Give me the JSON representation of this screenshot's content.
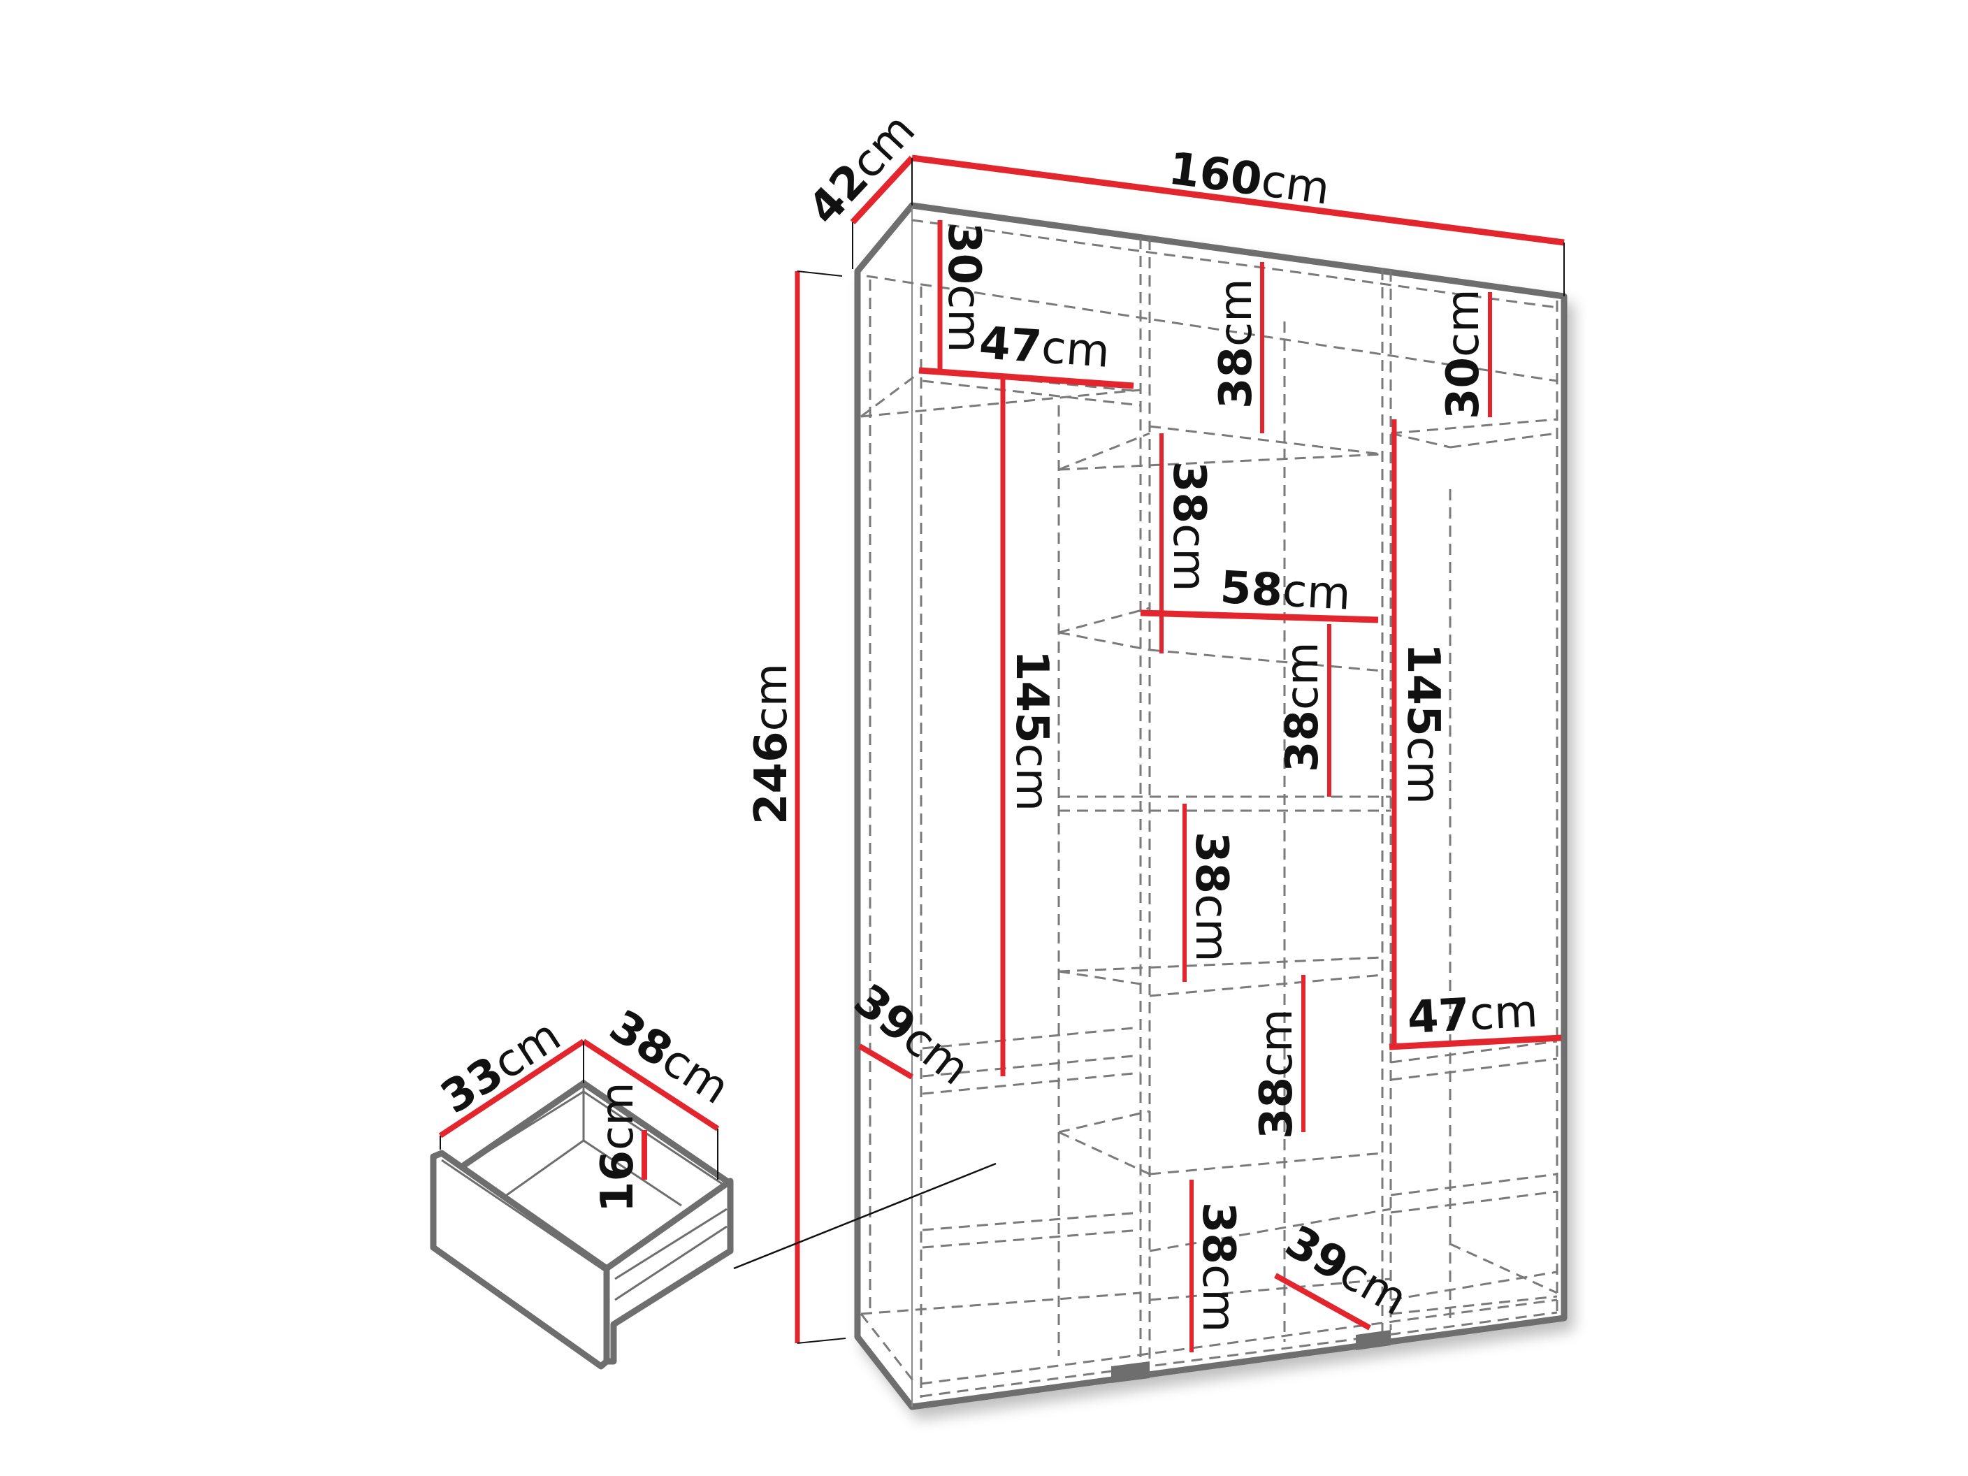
{
  "title": "Bookcase dimensions diagram",
  "colors": {
    "dimension_line": "#e3262d",
    "outline": "#6e6e6e",
    "dashed": "#7a7a7a",
    "text": "#111111",
    "background": "#ffffff"
  },
  "unit": "cm",
  "cabinet": {
    "width": {
      "value": "160",
      "unit": "cm"
    },
    "depth": {
      "value": "42",
      "unit": "cm"
    },
    "height": {
      "value": "246",
      "unit": "cm"
    },
    "left_top_compartment_height": {
      "value": "30",
      "unit": "cm"
    },
    "left_top_shelf_width": {
      "value": "47",
      "unit": "cm"
    },
    "middle_top_compartment_height": {
      "value": "38",
      "unit": "cm"
    },
    "right_top_compartment_height": {
      "value": "30",
      "unit": "cm"
    },
    "middle_second_compartment_height": {
      "value": "38",
      "unit": "cm"
    },
    "middle_shelf_width": {
      "value": "58",
      "unit": "cm"
    },
    "left_tall_compartment_height": {
      "value": "145",
      "unit": "cm"
    },
    "right_tall_compartment_height": {
      "value": "145",
      "unit": "cm"
    },
    "middle_third_compartment_height": {
      "value": "38",
      "unit": "cm"
    },
    "middle_fourth_compartment_height": {
      "value": "38",
      "unit": "cm"
    },
    "middle_fifth_compartment_height": {
      "value": "38",
      "unit": "cm"
    },
    "middle_bottom_compartment_height": {
      "value": "38",
      "unit": "cm"
    },
    "left_shelf_depth": {
      "value": "39",
      "unit": "cm"
    },
    "bottom_shelf_depth": {
      "value": "39",
      "unit": "cm"
    },
    "right_lower_shelf_width": {
      "value": "47",
      "unit": "cm"
    }
  },
  "drawer": {
    "width": {
      "value": "33",
      "unit": "cm"
    },
    "depth": {
      "value": "38",
      "unit": "cm"
    },
    "height": {
      "value": "16",
      "unit": "cm"
    }
  }
}
